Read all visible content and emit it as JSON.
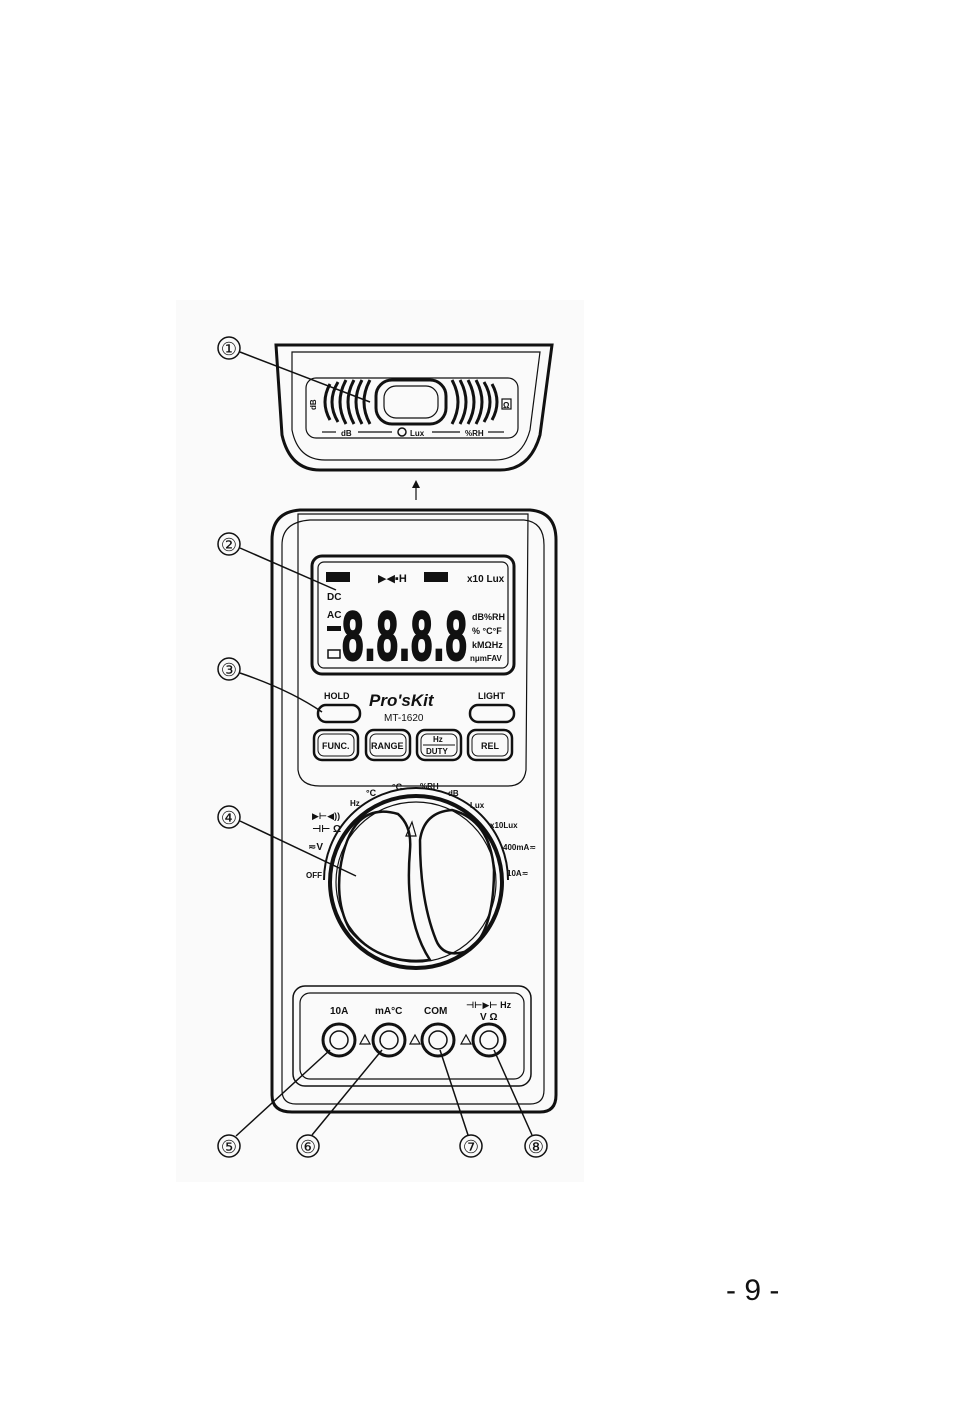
{
  "page_number": "- 9 -",
  "callouts": [
    "①",
    "②",
    "③",
    "④",
    "⑤",
    "⑥",
    "⑦",
    "⑧"
  ],
  "sensor_cap": {
    "left_label": "dB",
    "center_label": "Lux",
    "right_label": "%RH",
    "side_left": "dB",
    "side_right": "Ω"
  },
  "lcd": {
    "top_indicators": "▶◀▪H",
    "range_label": "x10 Lux",
    "dc": "DC",
    "ac": "AC",
    "digits": "8.8.8.8",
    "unit_1": "dB%RH",
    "unit_2": "% °C°F",
    "unit_3": "kMΩHz",
    "unit_4": "nμmFAV"
  },
  "front": {
    "brand": "Pro'sKit",
    "model": "MT-1620",
    "hold_label": "HOLD",
    "light_label": "LIGHT"
  },
  "buttons": {
    "func": "FUNC.",
    "range": "RANGE",
    "hz": "Hz",
    "duty": "DUTY",
    "rel": "REL"
  },
  "dial": {
    "off": "OFF",
    "vac": "≂V",
    "cap_ohm": "⊣⊢ Ω",
    "diode": "▶⊢◀))",
    "hz": "Hz",
    "temp_c1": "°C",
    "temp_c2": "°C",
    "rh": "%RH",
    "db": "dB",
    "lux": "Lux",
    "x10lux": "x10Lux",
    "ma400": "400mA≂",
    "a10": "10A≂"
  },
  "jacks": {
    "j10a": "10A",
    "ma": "mA°C",
    "com": "COM",
    "v_top": "⊣⊢▶⊢ Hz",
    "v_bottom": "V  Ω"
  }
}
